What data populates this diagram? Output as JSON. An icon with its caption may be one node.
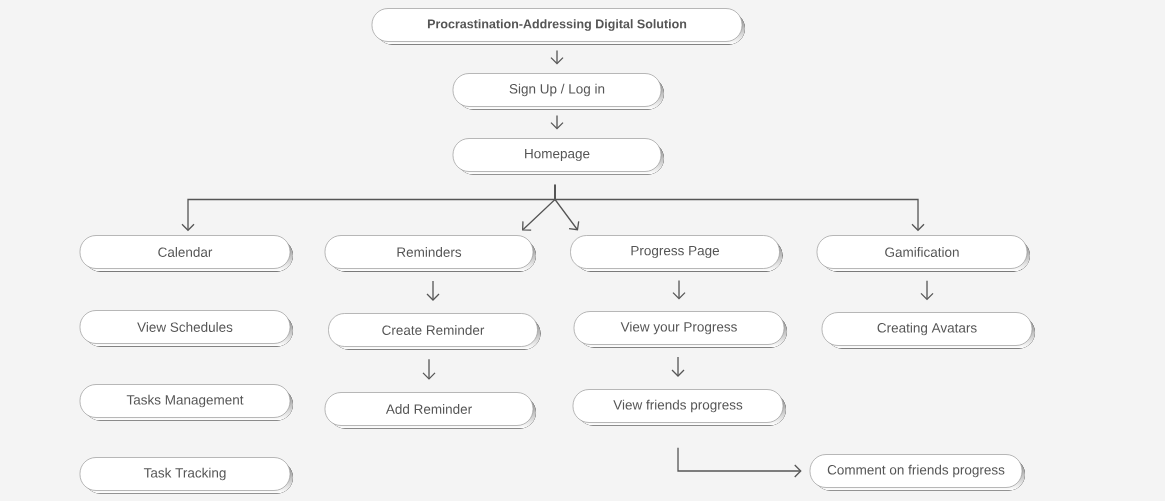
{
  "diagram": {
    "nodes": [
      {
        "text": [
          "Procrastination-Addressing Digital Solution"
        ]
      },
      {
        "text": [
          "Sign Up / Log in"
        ]
      },
      {
        "text": [
          "Homepage"
        ]
      },
      {
        "text": [
          "Calendar"
        ]
      },
      {
        "text": [
          "Reminders"
        ]
      },
      {
        "text": [
          "Progress Page"
        ]
      },
      {
        "text": [
          "Gamification"
        ]
      },
      {
        "text": [
          "View Schedules"
        ]
      },
      {
        "text": [
          "Tasks Management"
        ]
      },
      {
        "text": [
          "Task Tracking"
        ]
      },
      {
        "text": [
          "Create Reminder"
        ]
      },
      {
        "text": [
          "Add Reminder"
        ]
      },
      {
        "text": [
          "View your Progress"
        ]
      },
      {
        "text": [
          "View friends progress"
        ]
      },
      {
        "text": [
          "Creating Avatars"
        ]
      },
      {
        "text": [
          "Comment on friends progress"
        ]
      }
    ],
    "edges": [
      {
        "from": 0,
        "to": 1,
        "arrow": "to"
      },
      {
        "from": 1,
        "to": 2,
        "arrow": "to"
      },
      {
        "from": 2,
        "to": 3,
        "arrow": "to"
      },
      {
        "from": 2,
        "to": 4,
        "arrow": "to"
      },
      {
        "from": 2,
        "to": 5,
        "arrow": "to"
      },
      {
        "from": 2,
        "to": 6,
        "arrow": "to"
      },
      {
        "from": 4,
        "to": 10,
        "arrow": "to"
      },
      {
        "from": 10,
        "to": 11,
        "arrow": "to"
      },
      {
        "from": 5,
        "to": 12,
        "arrow": "to"
      },
      {
        "from": 12,
        "to": 13,
        "arrow": "to"
      },
      {
        "from": 6,
        "to": 14,
        "arrow": "to"
      },
      {
        "from": 13,
        "to": 15,
        "arrow": "to"
      }
    ]
  }
}
